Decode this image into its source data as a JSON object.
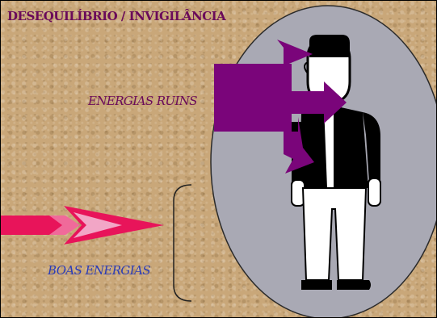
{
  "slide": {
    "title": "DESEQUILÍBRIO / INVIGILÂNCIA",
    "bad_energies_label": "ENERGIAS RUINS",
    "good_energies_label": "BOAS ENERGIAS"
  },
  "colors": {
    "background": "#c9a779",
    "oval": "#a9a9b4",
    "bad_energy_arrows": "#7a057a",
    "good_energy_arrow": "#e8145a",
    "title_text": "#6a0a5a",
    "good_label_text": "#2b3cb8"
  }
}
